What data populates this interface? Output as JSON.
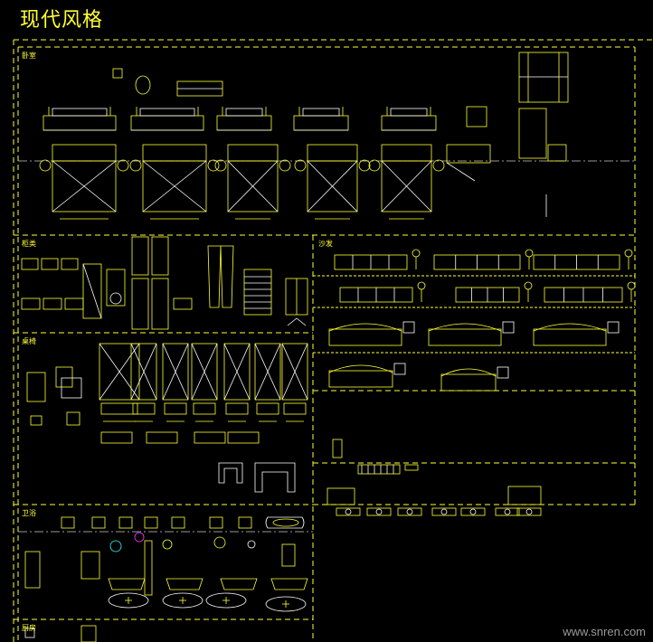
{
  "page": {
    "title": "现代风格",
    "watermark": "www.snren.com"
  },
  "sections": {
    "bedroom": "卧室",
    "cabinet": "柜类",
    "sofa": "沙发",
    "table": "桌椅",
    "bathroom": "卫浴",
    "kitchen": "厨房"
  },
  "colors": {
    "background": "#000000",
    "line_yellow": "#ffff33",
    "line_white": "#ffffff",
    "line_cyan": "#33ffff",
    "line_magenta": "#ff33ff",
    "watermark": "#9a9a9a"
  }
}
